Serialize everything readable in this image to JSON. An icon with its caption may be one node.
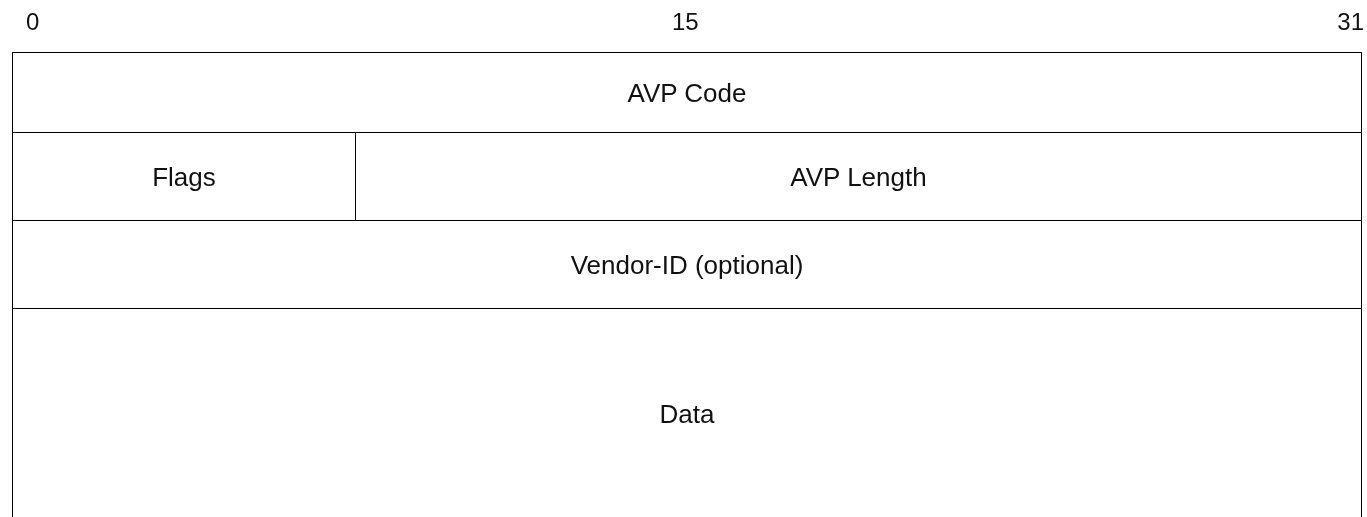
{
  "diagram": {
    "nodes": [
      {
        "text": [
          "AVP Code"
        ]
      },
      {
        "text": [
          "Flags"
        ]
      },
      {
        "text": [
          "AVP Length"
        ]
      },
      {
        "text": [
          "Vendor-ID (optional)"
        ]
      },
      {
        "text": [
          "Data"
        ]
      }
    ],
    "labels": [
      "0",
      "15",
      "31"
    ]
  }
}
